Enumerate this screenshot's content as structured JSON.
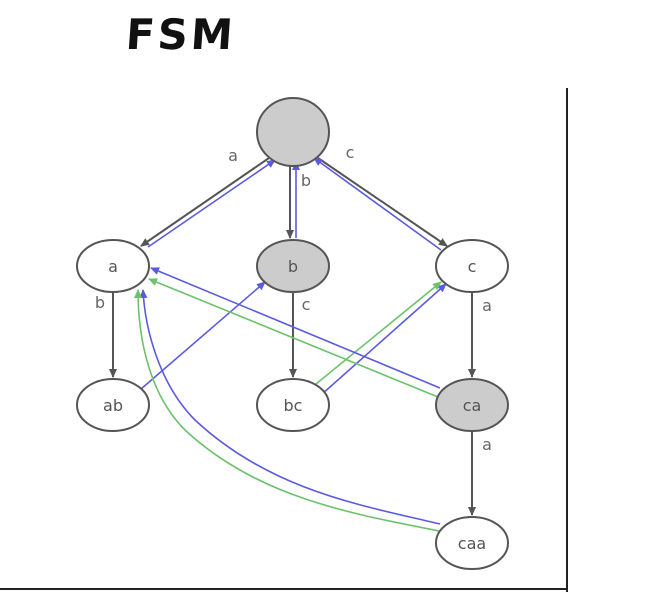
{
  "title": "FSM",
  "colors": {
    "node_fill": "#ffffff",
    "node_fill_highlight": "#cccccc",
    "node_stroke": "#555555",
    "edge_main": "#555555",
    "edge_blue": "#5a5ae0",
    "edge_green": "#6cc26c"
  },
  "nodes": [
    {
      "id": "root",
      "label": "",
      "highlight": true
    },
    {
      "id": "a",
      "label": "a",
      "highlight": false
    },
    {
      "id": "b",
      "label": "b",
      "highlight": true
    },
    {
      "id": "c",
      "label": "c",
      "highlight": false
    },
    {
      "id": "ab",
      "label": "ab",
      "highlight": false
    },
    {
      "id": "bc",
      "label": "bc",
      "highlight": false
    },
    {
      "id": "ca",
      "label": "ca",
      "highlight": true
    },
    {
      "id": "caa",
      "label": "caa",
      "highlight": false
    }
  ],
  "edges": [
    {
      "from": "root",
      "to": "a",
      "label": "a",
      "kind": "main"
    },
    {
      "from": "root",
      "to": "b",
      "label": "b",
      "kind": "main"
    },
    {
      "from": "root",
      "to": "c",
      "label": "c",
      "kind": "main"
    },
    {
      "from": "a",
      "to": "ab",
      "label": "b",
      "kind": "main"
    },
    {
      "from": "b",
      "to": "bc",
      "label": "c",
      "kind": "main"
    },
    {
      "from": "c",
      "to": "ca",
      "label": "a",
      "kind": "main"
    },
    {
      "from": "ca",
      "to": "caa",
      "label": "a",
      "kind": "main"
    },
    {
      "from": "a",
      "to": "root",
      "label": "",
      "kind": "blue"
    },
    {
      "from": "b",
      "to": "root",
      "label": "",
      "kind": "blue"
    },
    {
      "from": "c",
      "to": "root",
      "label": "",
      "kind": "blue"
    },
    {
      "from": "ab",
      "to": "b",
      "label": "",
      "kind": "blue"
    },
    {
      "from": "bc",
      "to": "c",
      "label": "",
      "kind": "blue"
    },
    {
      "from": "bc",
      "to": "c",
      "label": "",
      "kind": "green"
    },
    {
      "from": "ca",
      "to": "a",
      "label": "",
      "kind": "blue"
    },
    {
      "from": "ca",
      "to": "a",
      "label": "",
      "kind": "green"
    },
    {
      "from": "caa",
      "to": "a",
      "label": "",
      "kind": "blue"
    },
    {
      "from": "caa",
      "to": "a",
      "label": "",
      "kind": "green"
    }
  ]
}
